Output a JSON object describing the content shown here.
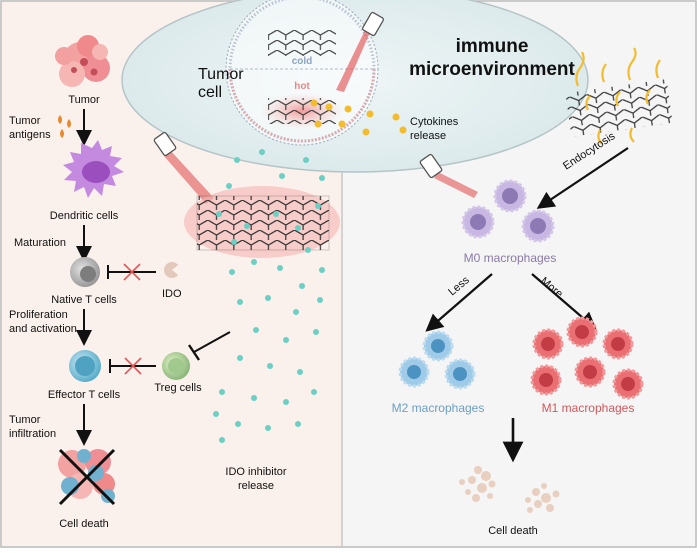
{
  "header": {
    "title_line1": "immune",
    "title_line2": "microenvironment",
    "tumor_cell_line1": "Tumor",
    "tumor_cell_line2": "cell",
    "cold": "cold",
    "hot": "hot",
    "cytokines_line1": "Cytokines",
    "cytokines_line2": "release"
  },
  "left": {
    "tumor": "Tumor",
    "tumor_antigens_line1": "Tumor",
    "tumor_antigens_line2": "antigens",
    "dendritic_cells": "Dendritic cells",
    "maturation": "Maturation",
    "native_t_cells": "Native T cells",
    "ido": "IDO",
    "proliferation_line1": "Proliferation",
    "proliferation_line2": "and activation",
    "effector_t_cells": "Effector T cells",
    "treg_cells": "Treg cells",
    "tumor_infiltration_line1": "Tumor",
    "tumor_infiltration_line2": "infiltration",
    "cell_death": "Cell death",
    "ido_inhibitor_line1": "IDO inhibitor",
    "ido_inhibitor_line2": "release"
  },
  "right": {
    "endocytosis": "Endocytosis",
    "m0": "M0 macrophages",
    "less": "Less",
    "more": "More",
    "m2": "M2 macrophages",
    "m1": "M1 macrophages",
    "cell_death": "Cell death"
  },
  "colors": {
    "panel_left": "#fbf1ec",
    "panel_right": "#f4f4f4",
    "teal_dot": "#6ccfc4",
    "m0_cell": "#b9a7d8",
    "m2_cell": "#8cc1e4",
    "m1_cell": "#e8676d",
    "gold": "#f3bc2c"
  }
}
